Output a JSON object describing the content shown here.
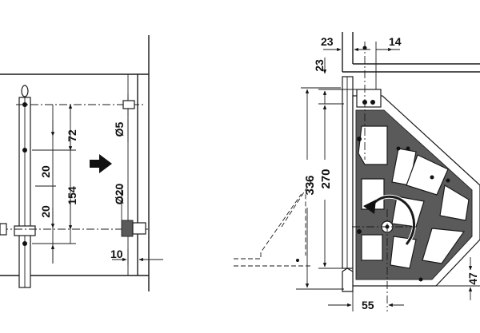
{
  "left_view": {
    "dimensions": {
      "d72": "72",
      "d20_top": "20",
      "d154": "154",
      "d20_bottom": "20",
      "dia5": "Ø5",
      "dia20": "Ø20",
      "d10": "10"
    }
  },
  "right_view": {
    "dimensions": {
      "d23_horizontal": "23",
      "d14": "14",
      "d23_vertical": "23",
      "d336": "336",
      "d270": "270",
      "d55": "55",
      "d47": "47"
    }
  }
}
